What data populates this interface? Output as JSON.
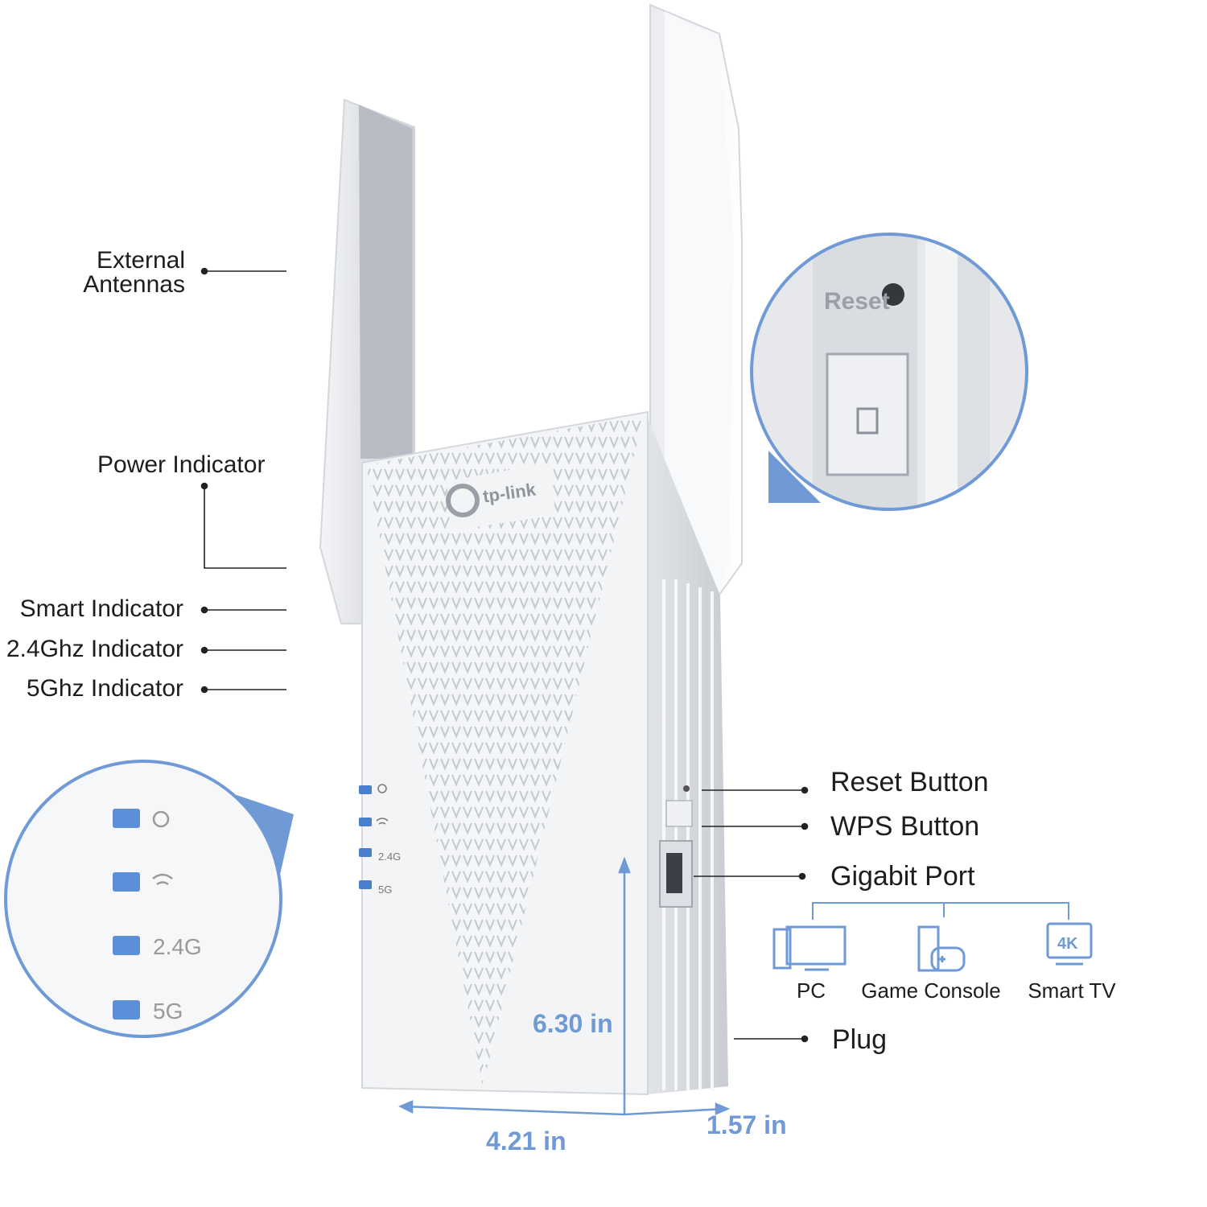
{
  "callouts": {
    "external_antennas": [
      "External",
      "Antennas"
    ],
    "power_indicator": "Power Indicator",
    "smart_indicator": "Smart Indicator",
    "ghz24_indicator": "2.4Ghz Indicator",
    "ghz5_indicator": "5Ghz Indicator",
    "reset_button": "Reset Button",
    "wps_button": "WPS Button",
    "gigabit_port": "Gigabit Port",
    "plug": "Plug"
  },
  "devices": {
    "pc": "PC",
    "game_console": "Game Console",
    "smart_tv": "Smart TV",
    "tv_badge": "4K"
  },
  "dimensions": {
    "height": "6.30 in",
    "width": "4.21 in",
    "depth": "1.57 in"
  },
  "device_labels": {
    "brand": "tp-link",
    "reset_side": "Reset",
    "led_24": "2.4G",
    "led_5": "5G"
  },
  "colors": {
    "accent_blue": "#6f9ad6",
    "led_blue": "#4a7fd0",
    "callout_line": "#222222"
  }
}
